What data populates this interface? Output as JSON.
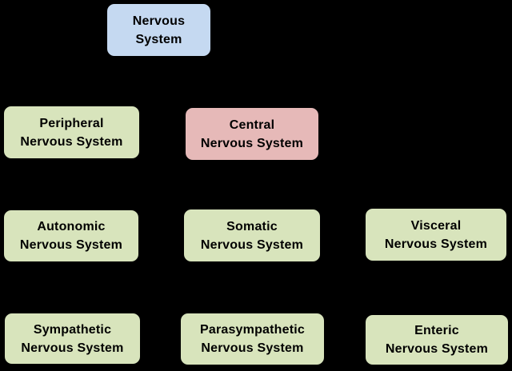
{
  "diagram": {
    "description": "Nervous System hierarchy diagram",
    "background_color": "#000000",
    "border_color": "#000000",
    "text_color": "#000000",
    "node_colors": {
      "root": "#c5d9f1",
      "central": "#e6b9b8",
      "branch": "#d8e4bc"
    },
    "nodes": [
      {
        "id": "nervous-system",
        "line1": "Nervous",
        "line2": "System",
        "variant": "root"
      },
      {
        "id": "peripheral",
        "line1": "Peripheral",
        "line2": "Nervous System",
        "variant": "branch"
      },
      {
        "id": "central",
        "line1": "Central",
        "line2": "Nervous System",
        "variant": "central"
      },
      {
        "id": "autonomic",
        "line1": "Autonomic",
        "line2": "Nervous System",
        "variant": "branch"
      },
      {
        "id": "somatic",
        "line1": "Somatic",
        "line2": "Nervous System",
        "variant": "branch"
      },
      {
        "id": "visceral",
        "line1": "Visceral",
        "line2": "Nervous System",
        "variant": "branch"
      },
      {
        "id": "sympathetic",
        "line1": "Sympathetic",
        "line2": "Nervous System",
        "variant": "branch"
      },
      {
        "id": "parasympathetic",
        "line1": "Parasympathetic",
        "line2": "Nervous System",
        "variant": "branch"
      },
      {
        "id": "enteric",
        "line1": "Enteric",
        "line2": "Nervous System",
        "variant": "branch"
      }
    ]
  }
}
